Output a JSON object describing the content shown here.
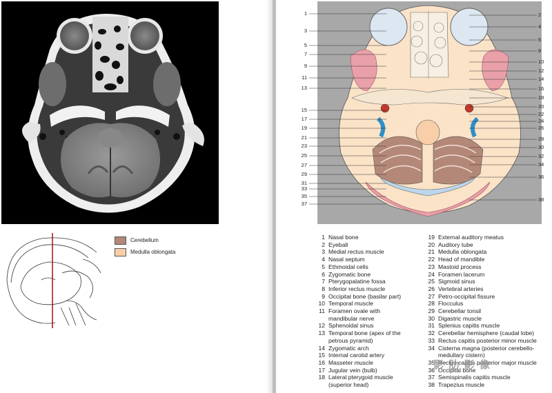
{
  "legend": [
    {
      "label": "Cerebellum",
      "color": "#b48878"
    },
    {
      "label": "Medulla oblongata",
      "color": "#f8cfa8"
    }
  ],
  "diagram_left_numbers": [
    "1",
    "3",
    "5",
    "7",
    "9",
    "11",
    "13",
    "15",
    "17",
    "19",
    "21",
    "23",
    "25",
    "27",
    "29",
    "31",
    "33",
    "35",
    "37"
  ],
  "diagram_right_numbers": [
    "2",
    "4",
    "6",
    "8",
    "10",
    "12",
    "14",
    "16",
    "18",
    "20",
    "22",
    "24",
    "26",
    "28",
    "30",
    "32",
    "34",
    "36",
    "38"
  ],
  "structures_left": [
    {
      "num": "1",
      "term": "Nasal bone"
    },
    {
      "num": "2",
      "term": "Eyeball"
    },
    {
      "num": "3",
      "term": "Medial rectus muscle"
    },
    {
      "num": "4",
      "term": "Nasal septum"
    },
    {
      "num": "5",
      "term": "Ethmoidal cells"
    },
    {
      "num": "6",
      "term": "Zygomatic bone"
    },
    {
      "num": "7",
      "term": "Pterygopalatine fossa"
    },
    {
      "num": "8",
      "term": "Inferior rectus muscle"
    },
    {
      "num": "9",
      "term": "Occipital bone (basilar part)"
    },
    {
      "num": "10",
      "term": "Temporal muscle"
    },
    {
      "num": "11",
      "term": "Foramen ovale with"
    },
    {
      "num": "",
      "term": "mandibular nerve"
    },
    {
      "num": "12",
      "term": "Sphenoidal sinus"
    },
    {
      "num": "13",
      "term": "Temporal bone (apex of the"
    },
    {
      "num": "",
      "term": "petrous pyramid)"
    },
    {
      "num": "14",
      "term": "Zygomatic arch"
    },
    {
      "num": "15",
      "term": "Internal carotid artery"
    },
    {
      "num": "16",
      "term": "Masseter muscle"
    },
    {
      "num": "17",
      "term": "Jugular vein (bulb)"
    },
    {
      "num": "18",
      "term": "Lateral pterygoid muscle"
    },
    {
      "num": "",
      "term": "(superior head)"
    }
  ],
  "structures_right": [
    {
      "num": "19",
      "term": "External auditory meatus"
    },
    {
      "num": "20",
      "term": "Auditory tube"
    },
    {
      "num": "21",
      "term": "Medulla oblongata"
    },
    {
      "num": "22",
      "term": "Head of mandible"
    },
    {
      "num": "23",
      "term": "Mastoid process"
    },
    {
      "num": "24",
      "term": "Foramen lacerum"
    },
    {
      "num": "25",
      "term": "Sigmoid sinus"
    },
    {
      "num": "26",
      "term": "Vertebral arteries"
    },
    {
      "num": "27",
      "term": "Petro-occipital fissure"
    },
    {
      "num": "28",
      "term": "Flocculus"
    },
    {
      "num": "29",
      "term": "Cerebellar tonsil"
    },
    {
      "num": "30",
      "term": "Digastric muscle"
    },
    {
      "num": "31",
      "term": "Splenius capitis muscle"
    },
    {
      "num": "32",
      "term": "Cerebellar hemisphere (caudal lobe)"
    },
    {
      "num": "33",
      "term": "Rectus capitis posterior minor muscle"
    },
    {
      "num": "34",
      "term": "Cisterna magna (posterior cerebello-"
    },
    {
      "num": "",
      "term": "medullary cistern)"
    },
    {
      "num": "35",
      "term": "Rectus capitis posterior major muscle"
    },
    {
      "num": "36",
      "term": "Occipital bone"
    },
    {
      "num": "37",
      "term": "Semispinalis capitis muscle"
    },
    {
      "num": "38",
      "term": "Trapezius muscle"
    }
  ],
  "watermark": "影 肋 影 像"
}
